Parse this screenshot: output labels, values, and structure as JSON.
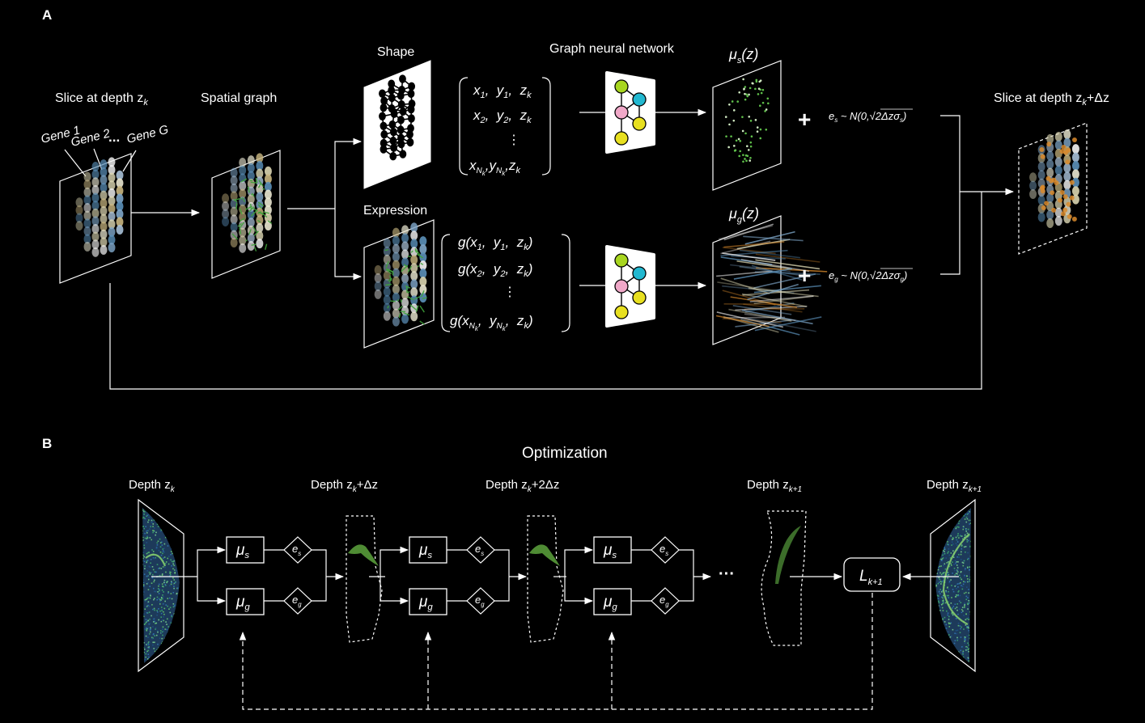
{
  "panel_a": {
    "letter": "A",
    "slice_label": "Slice at depth z",
    "slice_sub": "k",
    "gene1": "Gene 1",
    "gene2": "Gene 2",
    "gene_dots": "...",
    "geneG": "Gene G",
    "spatial_graph": "Spatial graph",
    "shape": "Shape",
    "expression": "Expression",
    "gnn": "Graph neural network",
    "mu_s": "μ",
    "mu_s_sub": "s",
    "mu_s_arg": "(z)",
    "mu_g": "μ",
    "mu_g_sub": "g",
    "mu_g_arg": "(z)",
    "noise_s": "e",
    "noise_s_sub": "s",
    "noise_s_rest": " ~ N(0,√2Δzσ",
    "noise_s_sigma_sub": "s",
    "noise_g": "e",
    "noise_g_sub": "g",
    "noise_g_rest": " ~ N(0,√2Δzσ",
    "noise_g_sigma_sub": "g",
    "close_paren": ")",
    "plus": "+",
    "out_label": "Slice at depth z",
    "out_sub": "k",
    "out_suffix": "+Δz"
  },
  "panel_b": {
    "letter": "B",
    "title": "Optimization",
    "depth": "Depth z",
    "sub_k": "k",
    "sub_k1": "k+1",
    "dz1": "+Δz",
    "dz2": "+2Δz",
    "mu": "μ",
    "mu_s_sub": "s",
    "mu_g_sub": "g",
    "e": "e",
    "es_sub": "s",
    "eg_sub": "g",
    "ellipsis": "···",
    "loss": "L",
    "loss_sub": "k+1"
  }
}
